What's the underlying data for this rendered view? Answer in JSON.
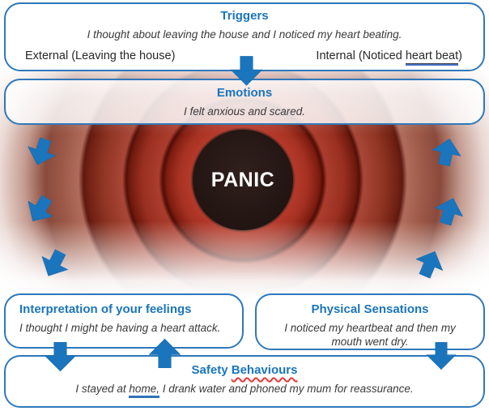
{
  "triggers": {
    "title": "Triggers",
    "example": "I thought about leaving the house and I noticed my heart beating.",
    "external": "External (Leaving the house)",
    "internal_prefix": "Internal (Noticed ",
    "internal_underlined": "heart beat",
    "internal_suffix": ")"
  },
  "emotions": {
    "title": "Emotions",
    "example": "I felt anxious and scared."
  },
  "panic": {
    "label": "PANIC"
  },
  "interpretation": {
    "title": "Interpretation of your feelings",
    "example": "I thought I might be having a heart attack."
  },
  "physical": {
    "title": "Physical Sensations",
    "example": "I noticed my heartbeat and then my mouth went dry."
  },
  "safety": {
    "title_prefix": "Safety ",
    "title_misspelled": "Behaviours",
    "example_prefix": "I stayed at ",
    "example_underlined": "home,",
    "example_suffix": " I drank water and phoned my mum for reassurance."
  },
  "colors": {
    "accent_blue": "#1b75bc",
    "box_border_blue": "#2f78bb",
    "arrow_blue": "#1b75bc",
    "ring_red": "#a93322",
    "center_dark": "#241714",
    "panic_text": "#ffffff",
    "spellcheck_red": "#e53935",
    "grammar_blue": "#2e74b6"
  }
}
